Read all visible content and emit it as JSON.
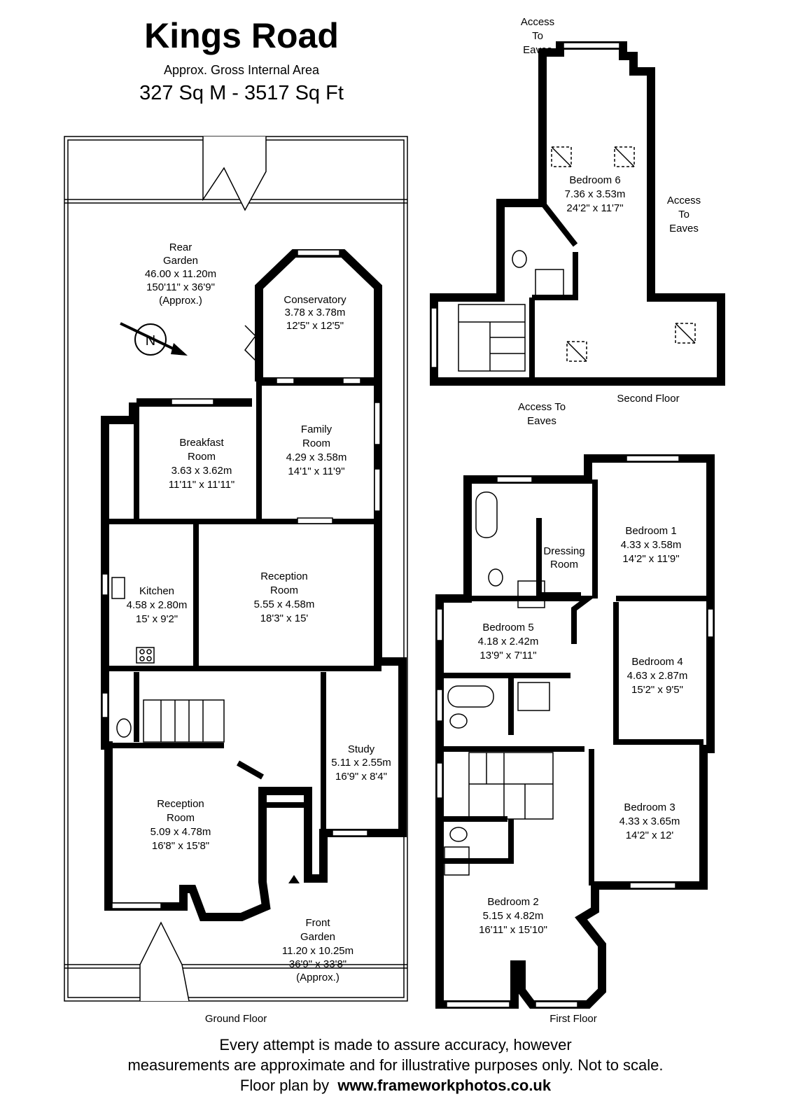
{
  "header": {
    "title": "Kings Road",
    "subtitle": "Approx. Gross Internal Area",
    "area": "327 Sq M - 3517 Sq Ft"
  },
  "floors": {
    "ground": "Ground Floor",
    "first": "First Floor",
    "second": "Second Floor"
  },
  "rooms": {
    "rear_garden": [
      "Rear",
      "Garden",
      "46.00 x 11.20m",
      "150'11\" x 36'9\"",
      "(Approx.)"
    ],
    "conservatory": [
      "Conservatory",
      "3.78 x 3.78m",
      "12'5\" x 12'5\""
    ],
    "breakfast": [
      "Breakfast",
      "Room",
      "3.63 x 3.62m",
      "11'11\" x 11'11\""
    ],
    "family": [
      "Family",
      "Room",
      "4.29 x 3.58m",
      "14'1\" x 11'9\""
    ],
    "kitchen": [
      "Kitchen",
      "4.58 x 2.80m",
      "15' x 9'2\""
    ],
    "reception1": [
      "Reception",
      "Room",
      "5.55 x 4.58m",
      "18'3\" x 15'"
    ],
    "study": [
      "Study",
      "5.11 x 2.55m",
      "16'9\" x 8'4\""
    ],
    "reception2": [
      "Reception",
      "Room",
      "5.09 x 4.78m",
      "16'8\" x 15'8\""
    ],
    "front_garden": [
      "Front",
      "Garden",
      "11.20 x 10.25m",
      "36'9\" x 33'8\"",
      "(Approx.)"
    ],
    "bedroom6": [
      "Bedroom 6",
      "7.36 x 3.53m",
      "24'2\" x 11'7\""
    ],
    "bedroom1": [
      "Bedroom 1",
      "4.33 x 3.58m",
      "14'2\" x 11'9\""
    ],
    "dressing": [
      "Dressing",
      "Room"
    ],
    "bedroom5": [
      "Bedroom 5",
      "4.18 x 2.42m",
      "13'9\" x 7'11\""
    ],
    "bedroom4": [
      "Bedroom 4",
      "4.63 x 2.87m",
      "15'2\" x 9'5\""
    ],
    "bedroom3": [
      "Bedroom 3",
      "4.33 x 3.65m",
      "14'2\" x 12'"
    ],
    "bedroom2": [
      "Bedroom 2",
      "5.15 x 4.82m",
      "16'11\" x 15'10\""
    ]
  },
  "eaves": {
    "top": [
      "Access",
      "To",
      "Eaves"
    ],
    "right": [
      "Access",
      "To",
      "Eaves"
    ],
    "bottom": [
      "Access To",
      "Eaves"
    ]
  },
  "compass": {
    "letter": "N"
  },
  "footer": {
    "line1": "Every attempt is made to assure accuracy, however",
    "line2": "measurements are approximate and for illustrative purposes only. Not to scale.",
    "line3_prefix": "Floor plan by",
    "line3_url": "www.frameworkphotos.co.uk"
  }
}
